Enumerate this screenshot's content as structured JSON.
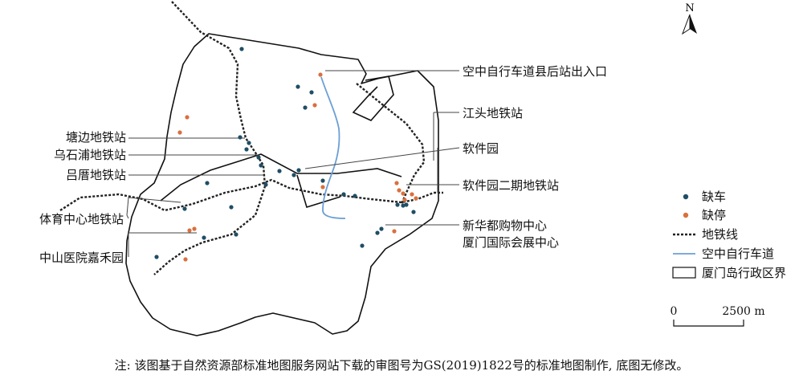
{
  "north_label": "N",
  "labels": {
    "bike_exit": "空中自行车道县后站出入口",
    "jiangtou": "江头地铁站",
    "tangbian": "塘边地铁站",
    "wushipu": "乌石浦地铁站",
    "lvcuo": "吕厝地铁站",
    "software_park": "软件园",
    "software_park2": "软件园二期地铁站",
    "sports_center": "体育中心地铁站",
    "zhongshan": "中山医院嘉禾园",
    "xinhuadu": "新华都购物中心",
    "convention": "厦门国际会展中心"
  },
  "legend": {
    "shortage": "缺车",
    "overflow": "缺停",
    "metro": "地铁线",
    "bike_lane": "空中自行车道",
    "boundary": "厦门岛行政区界"
  },
  "scale": {
    "zero": "0",
    "distance": "2500 m"
  },
  "caption": "注: 该图基于自然资源部标准地图服务网站下载的审图号为GS(2019)1822号的标准地图制作, 底图无修改。",
  "colors": {
    "shortage": "#1f4e66",
    "overflow": "#d9703e",
    "bike_lane": "#6b9fd4",
    "outline": "#111111"
  }
}
